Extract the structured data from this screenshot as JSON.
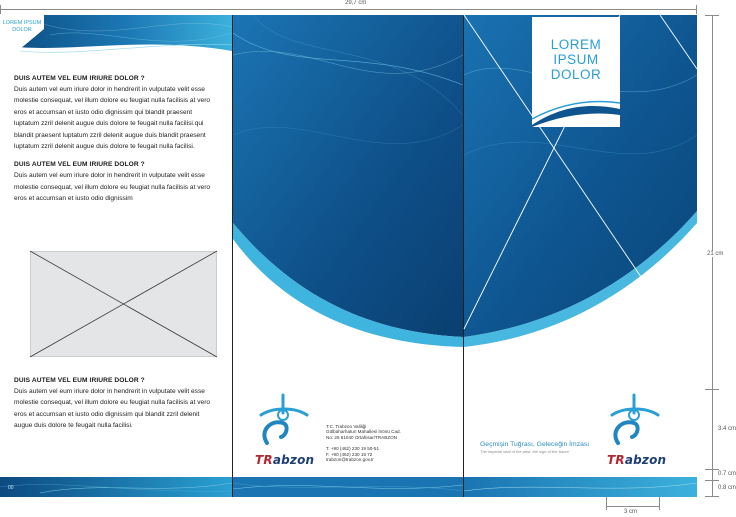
{
  "dimensions": {
    "width_label": "29,7 cm",
    "height_label": "21 cm",
    "seg1_label": "3.4 cm",
    "seg2_label": "0.7 cm",
    "seg3_label": "0.8 cm",
    "bottom_label": "3 cm"
  },
  "panel1": {
    "tag": "LOREM IPSUM DOLOR",
    "sections": [
      {
        "heading": "DUIS AUTEM VEL EUM IRIURE DOLOR ?",
        "text": "Duis autem vel eum iriure dolor in hendrerit in vulputate velit esse molestie consequat, vel illum dolore eu feugiat nulla facilisis at vero eros et accumsan et iusto odio dignissim qui blandit praesent luptatum zzril delenit augue duis dolore te feugait nulla facilisi.qui blandit praesent luptatum zzril delenit augue duis blandit praesent luptatum zzril delenit augue duis dolore te feugait nulla facilisi."
      },
      {
        "heading": "DUIS AUTEM VEL EUM IRIURE DOLOR ?",
        "text": "Duis autem vel eum iriure dolor in hendrerit in vulputate velit esse molestie consequat, vel illum dolore eu feugiat nulla facilisis at vero eros et accumsan et iusto odio dignissim"
      },
      {
        "heading": "DUIS AUTEM VEL EUM IRIURE DOLOR ?",
        "text": "Duis autem vel eum iriure dolor in hendrerit in vulputate velit esse molestie consequat, vel illum dolore eu feugiat nulla facilisis at vero eros et accumsan et iusto odio dignissim qui blandit zzril delenit augue duis dolore te feugait nulla facilisi."
      }
    ],
    "page_number": "00"
  },
  "panel2": {
    "brand_tr": "TR",
    "brand_rest": "abzon",
    "contact_lines": [
      "T.C. Trabzon Valiliği",
      "Gülbaharhatun Mahallesi İnönü Cad.",
      "No: 26 61040 Ortahisar/TRABZON"
    ],
    "contact_lines2": [
      "T. +90 (462) 230 19 50-51",
      "F. +90 (462) 230 19 72",
      "trabzon@trabzon.gov.tr"
    ]
  },
  "panel3": {
    "title_lines": [
      "LOREM",
      "IPSUM",
      "DOLOR"
    ],
    "slogan": "Geçmişin Tuğrası, Geleceğin İmzası",
    "slogan_sub": "The imperial seal of the past, the sign of the future",
    "brand_tr": "TR",
    "brand_rest": "abzon"
  },
  "colors": {
    "accent": "#2a9fd6",
    "deep_blue": "#0d4f86",
    "brand_red": "#b3262e",
    "brand_navy": "#1d3f74"
  }
}
